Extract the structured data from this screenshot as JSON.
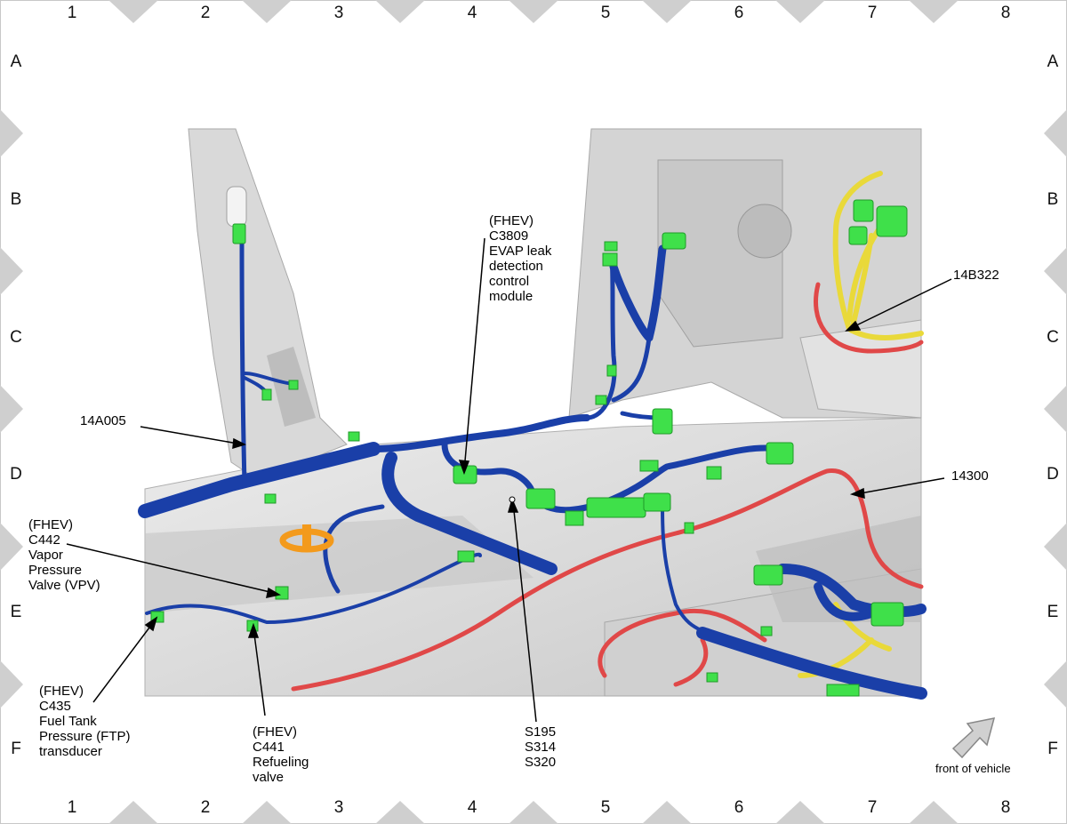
{
  "grid": {
    "columns": [
      "1",
      "2",
      "3",
      "4",
      "5",
      "6",
      "7",
      "8"
    ],
    "rows": [
      "A",
      "B",
      "C",
      "D",
      "E",
      "F"
    ]
  },
  "callouts": {
    "c3809": "(FHEV)\nC3809\nEVAP leak\ndetection\ncontrol\nmodule",
    "c442": "(FHEV)\nC442\nVapor\nPressure\nValve (VPV)",
    "c435": "(FHEV)\nC435\nFuel Tank\nPressure (FTP)\ntransducer",
    "c441": "(FHEV)\nC441\nRefueling\nvalve",
    "splices": "S195\nS314\nS320"
  },
  "part_numbers": {
    "main_harness": "14A005",
    "right_harness": "14B322",
    "ground_harness": "14300"
  },
  "orientation": {
    "label": "front of vehicle",
    "icon": "front-arrow-icon"
  },
  "colors": {
    "harness_blue": "#1a3fa8",
    "harness_red": "#e04848",
    "harness_yellow": "#e9d93a",
    "connector_green": "#3fe04a",
    "grommet_orange": "#f39a1c",
    "body_gray": "#dcdcdc"
  }
}
